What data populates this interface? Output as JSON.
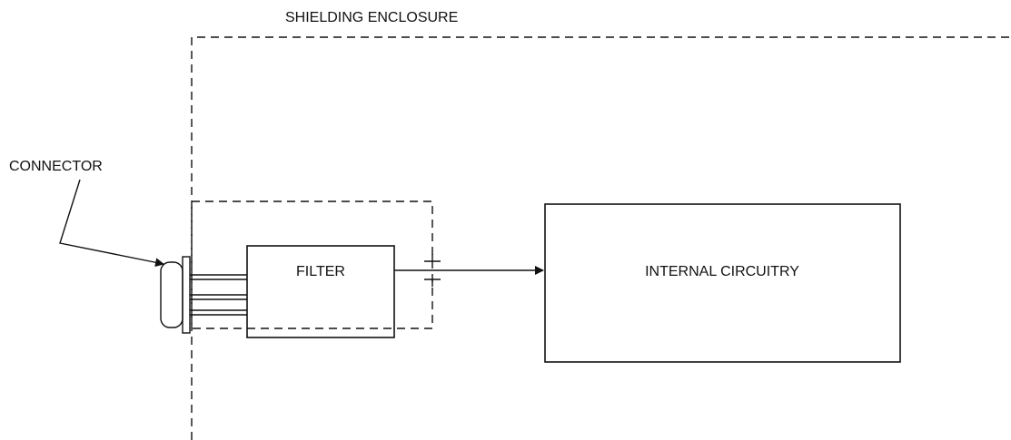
{
  "labels": {
    "shielding_enclosure": "SHIELDING ENCLOSURE",
    "connector": "CONNECTOR",
    "filter": "FILTER",
    "internal_circuitry": "INTERNAL CIRCUITRY"
  }
}
